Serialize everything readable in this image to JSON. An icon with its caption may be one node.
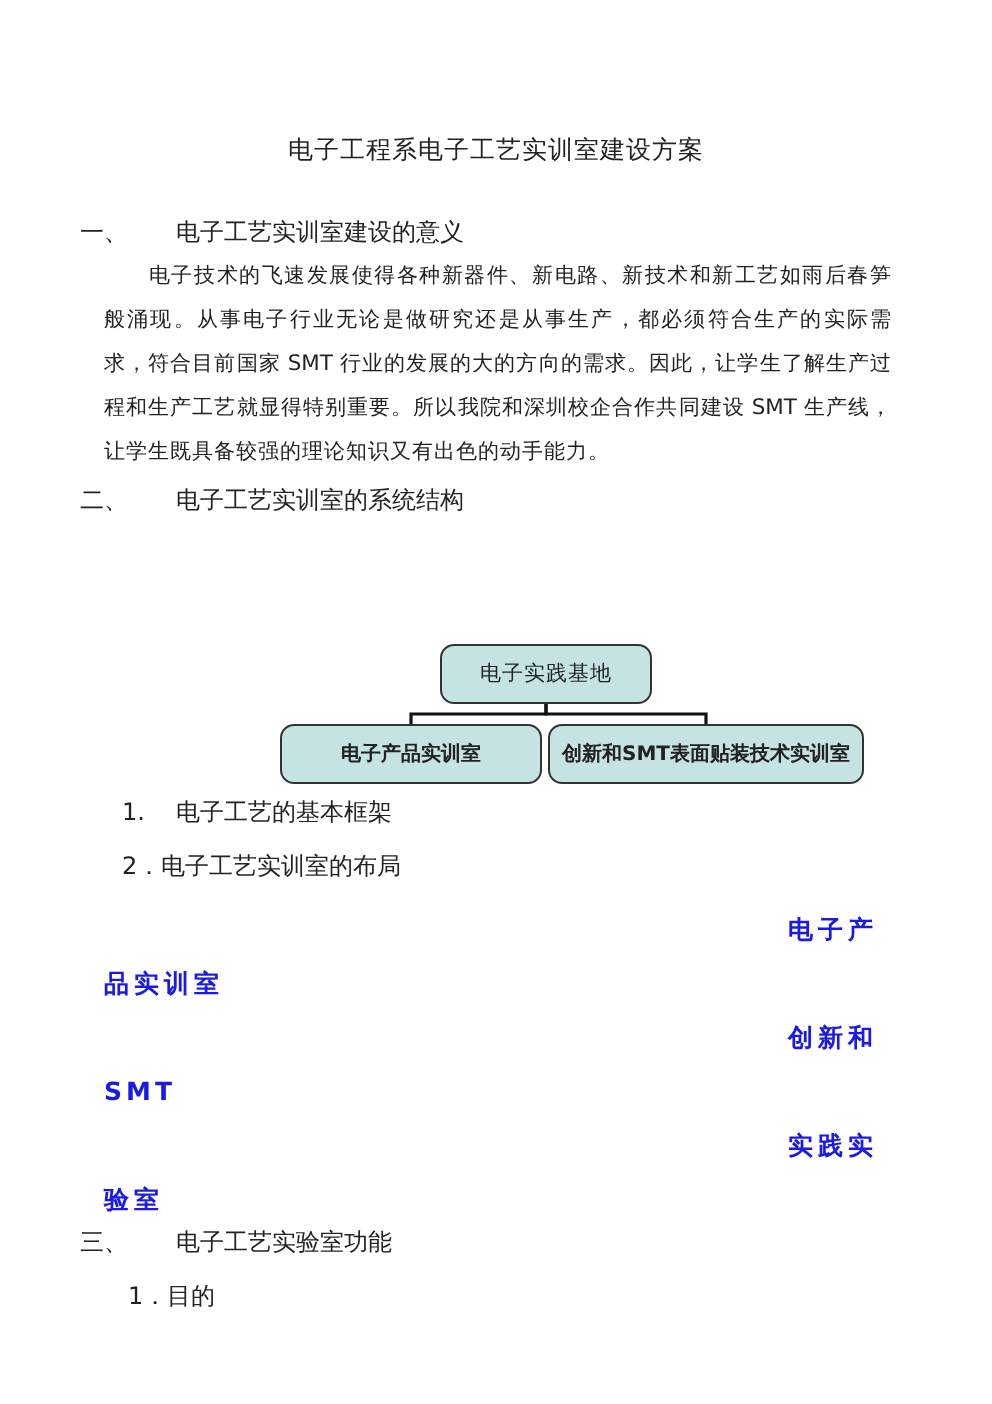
{
  "diagram": {
    "title": "电子工程系电子工艺实训室建设方案",
    "nodes": [
      {
        "text": [
          "电子实践基地"
        ]
      },
      {
        "text": [
          "电子产品实训室"
        ]
      },
      {
        "text": [
          "创新和SMT表面贴装技术实训室"
        ]
      }
    ],
    "edges": [
      {
        "from": 0,
        "to": 1,
        "arrow": "none"
      },
      {
        "from": 0,
        "to": 2,
        "arrow": "none"
      }
    ],
    "labels": [
      "一、",
      "电子工艺实训室建设的意义",
      "电子技术的飞速发展使得各种新器件、新电路、新技术和新工艺如雨后春笋般涌现。从事电子行业无论是做研究还是从事生产，都必须符合生产的实际需求，符合目前国家 SMT 行业的发展的大的方向的需求。因此，让学生了解生产过程和生产工艺就显得特别重要。所以我院和深圳校企合作共同建设 SMT 生产线，让学生既具备较强的理论知识又有出色的动手能力。",
      "二、",
      "电子工艺实训室的系统结构",
      "1.",
      "电子工艺的基本框架",
      "2．电子工艺实训室的布局",
      "电子产品实训室",
      "创新和SMT",
      "实践实验室",
      "三、",
      "电子工艺实验室功能",
      "1．目的"
    ]
  }
}
